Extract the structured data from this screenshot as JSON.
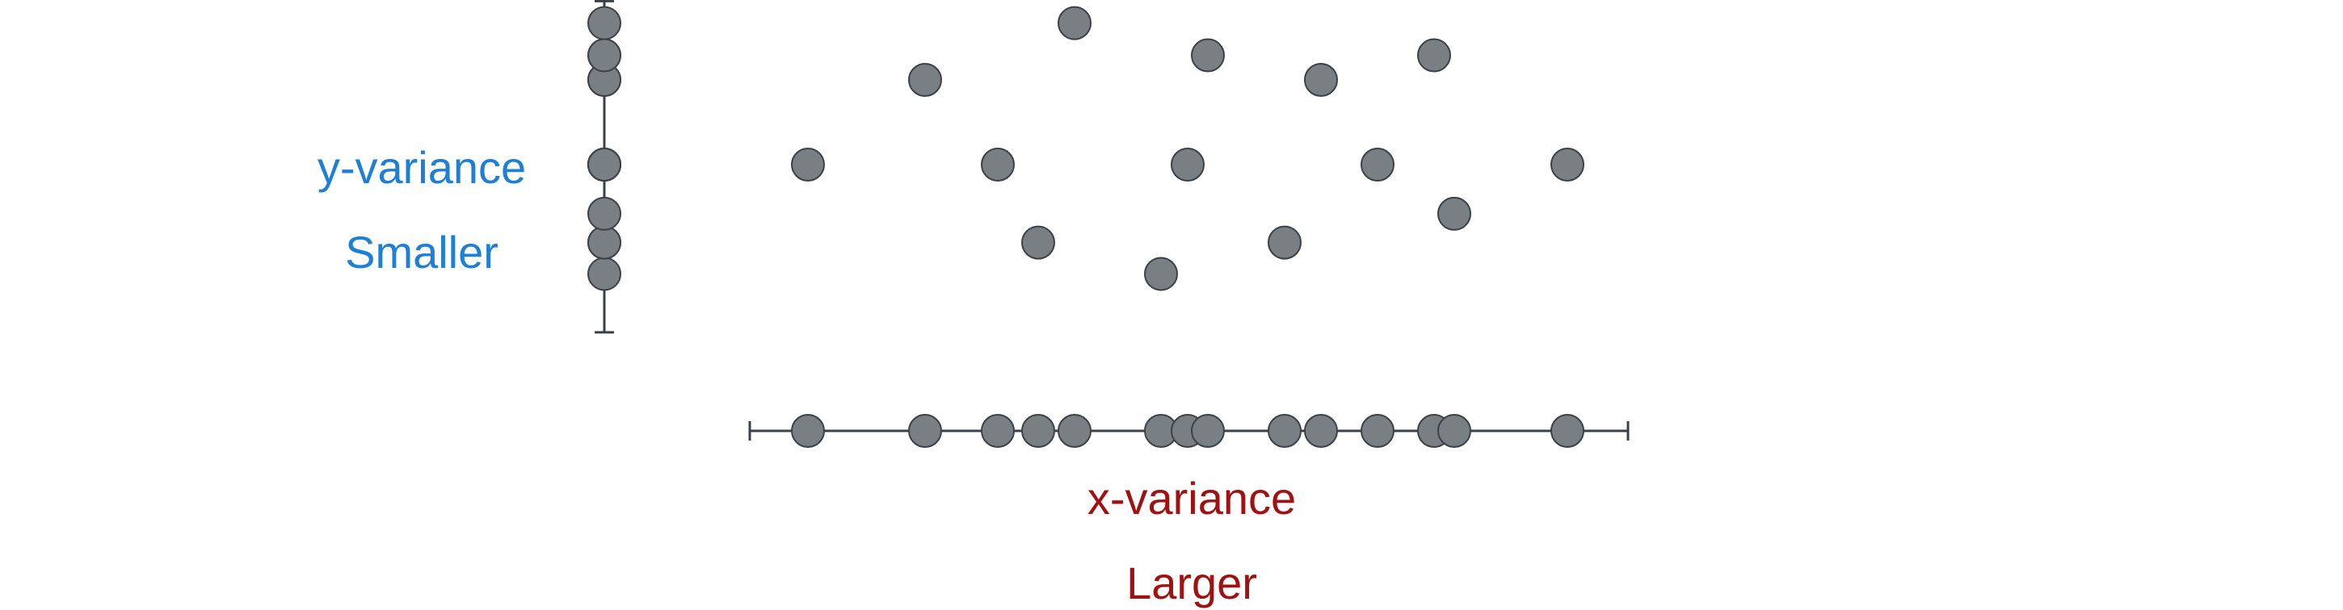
{
  "colors": {
    "point_fill": "#7a7f83",
    "point_stroke": "#3b4148",
    "axis_line": "#3b4148",
    "y_label_color": "#1e7fd6",
    "x_label_color": "#a01212"
  },
  "labels": {
    "y_title": "y-variance",
    "y_size": "Smaller",
    "x_title": "x-variance",
    "x_size": "Larger"
  },
  "points": [
    {
      "x": 1000,
      "y": 0
    },
    {
      "x": 1145,
      "y": 1.0
    },
    {
      "x": 1235,
      "y": 0
    },
    {
      "x": 1285,
      "y": -0.92
    },
    {
      "x": 1330,
      "y": 1.67
    },
    {
      "x": 1437,
      "y": -1.29
    },
    {
      "x": 1470,
      "y": 0
    },
    {
      "x": 1495,
      "y": 1.29
    },
    {
      "x": 1590,
      "y": -0.92
    },
    {
      "x": 1635,
      "y": 1.0
    },
    {
      "x": 1705,
      "y": 0
    },
    {
      "x": 1775,
      "y": 1.29
    },
    {
      "x": 1800,
      "y": -0.58
    },
    {
      "x": 1940,
      "y": 0
    }
  ],
  "x_range": [
    928,
    2015
  ],
  "y_range": [
    -1.98,
    1.93
  ]
}
